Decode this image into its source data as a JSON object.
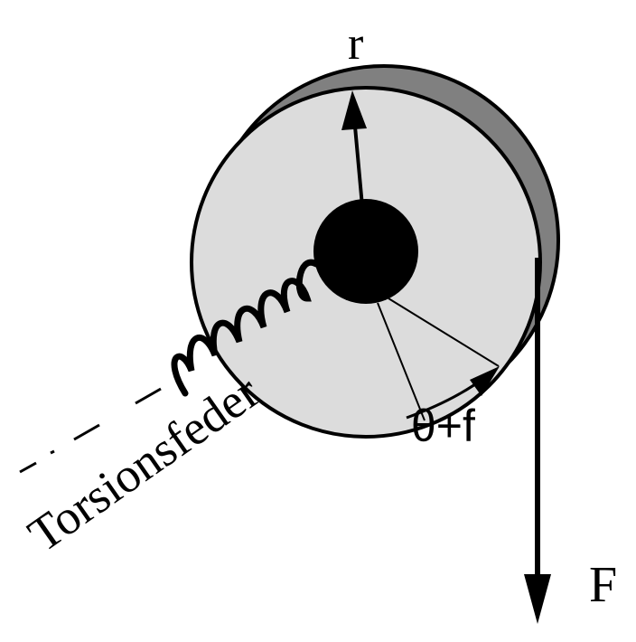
{
  "labels": {
    "radius": "r",
    "angle": "θ+f",
    "force": "F",
    "spring": "Torsionsfeder"
  },
  "colors": {
    "disk_face": "#dcdcdc",
    "disk_side": "#808080",
    "hub": "#000000"
  }
}
